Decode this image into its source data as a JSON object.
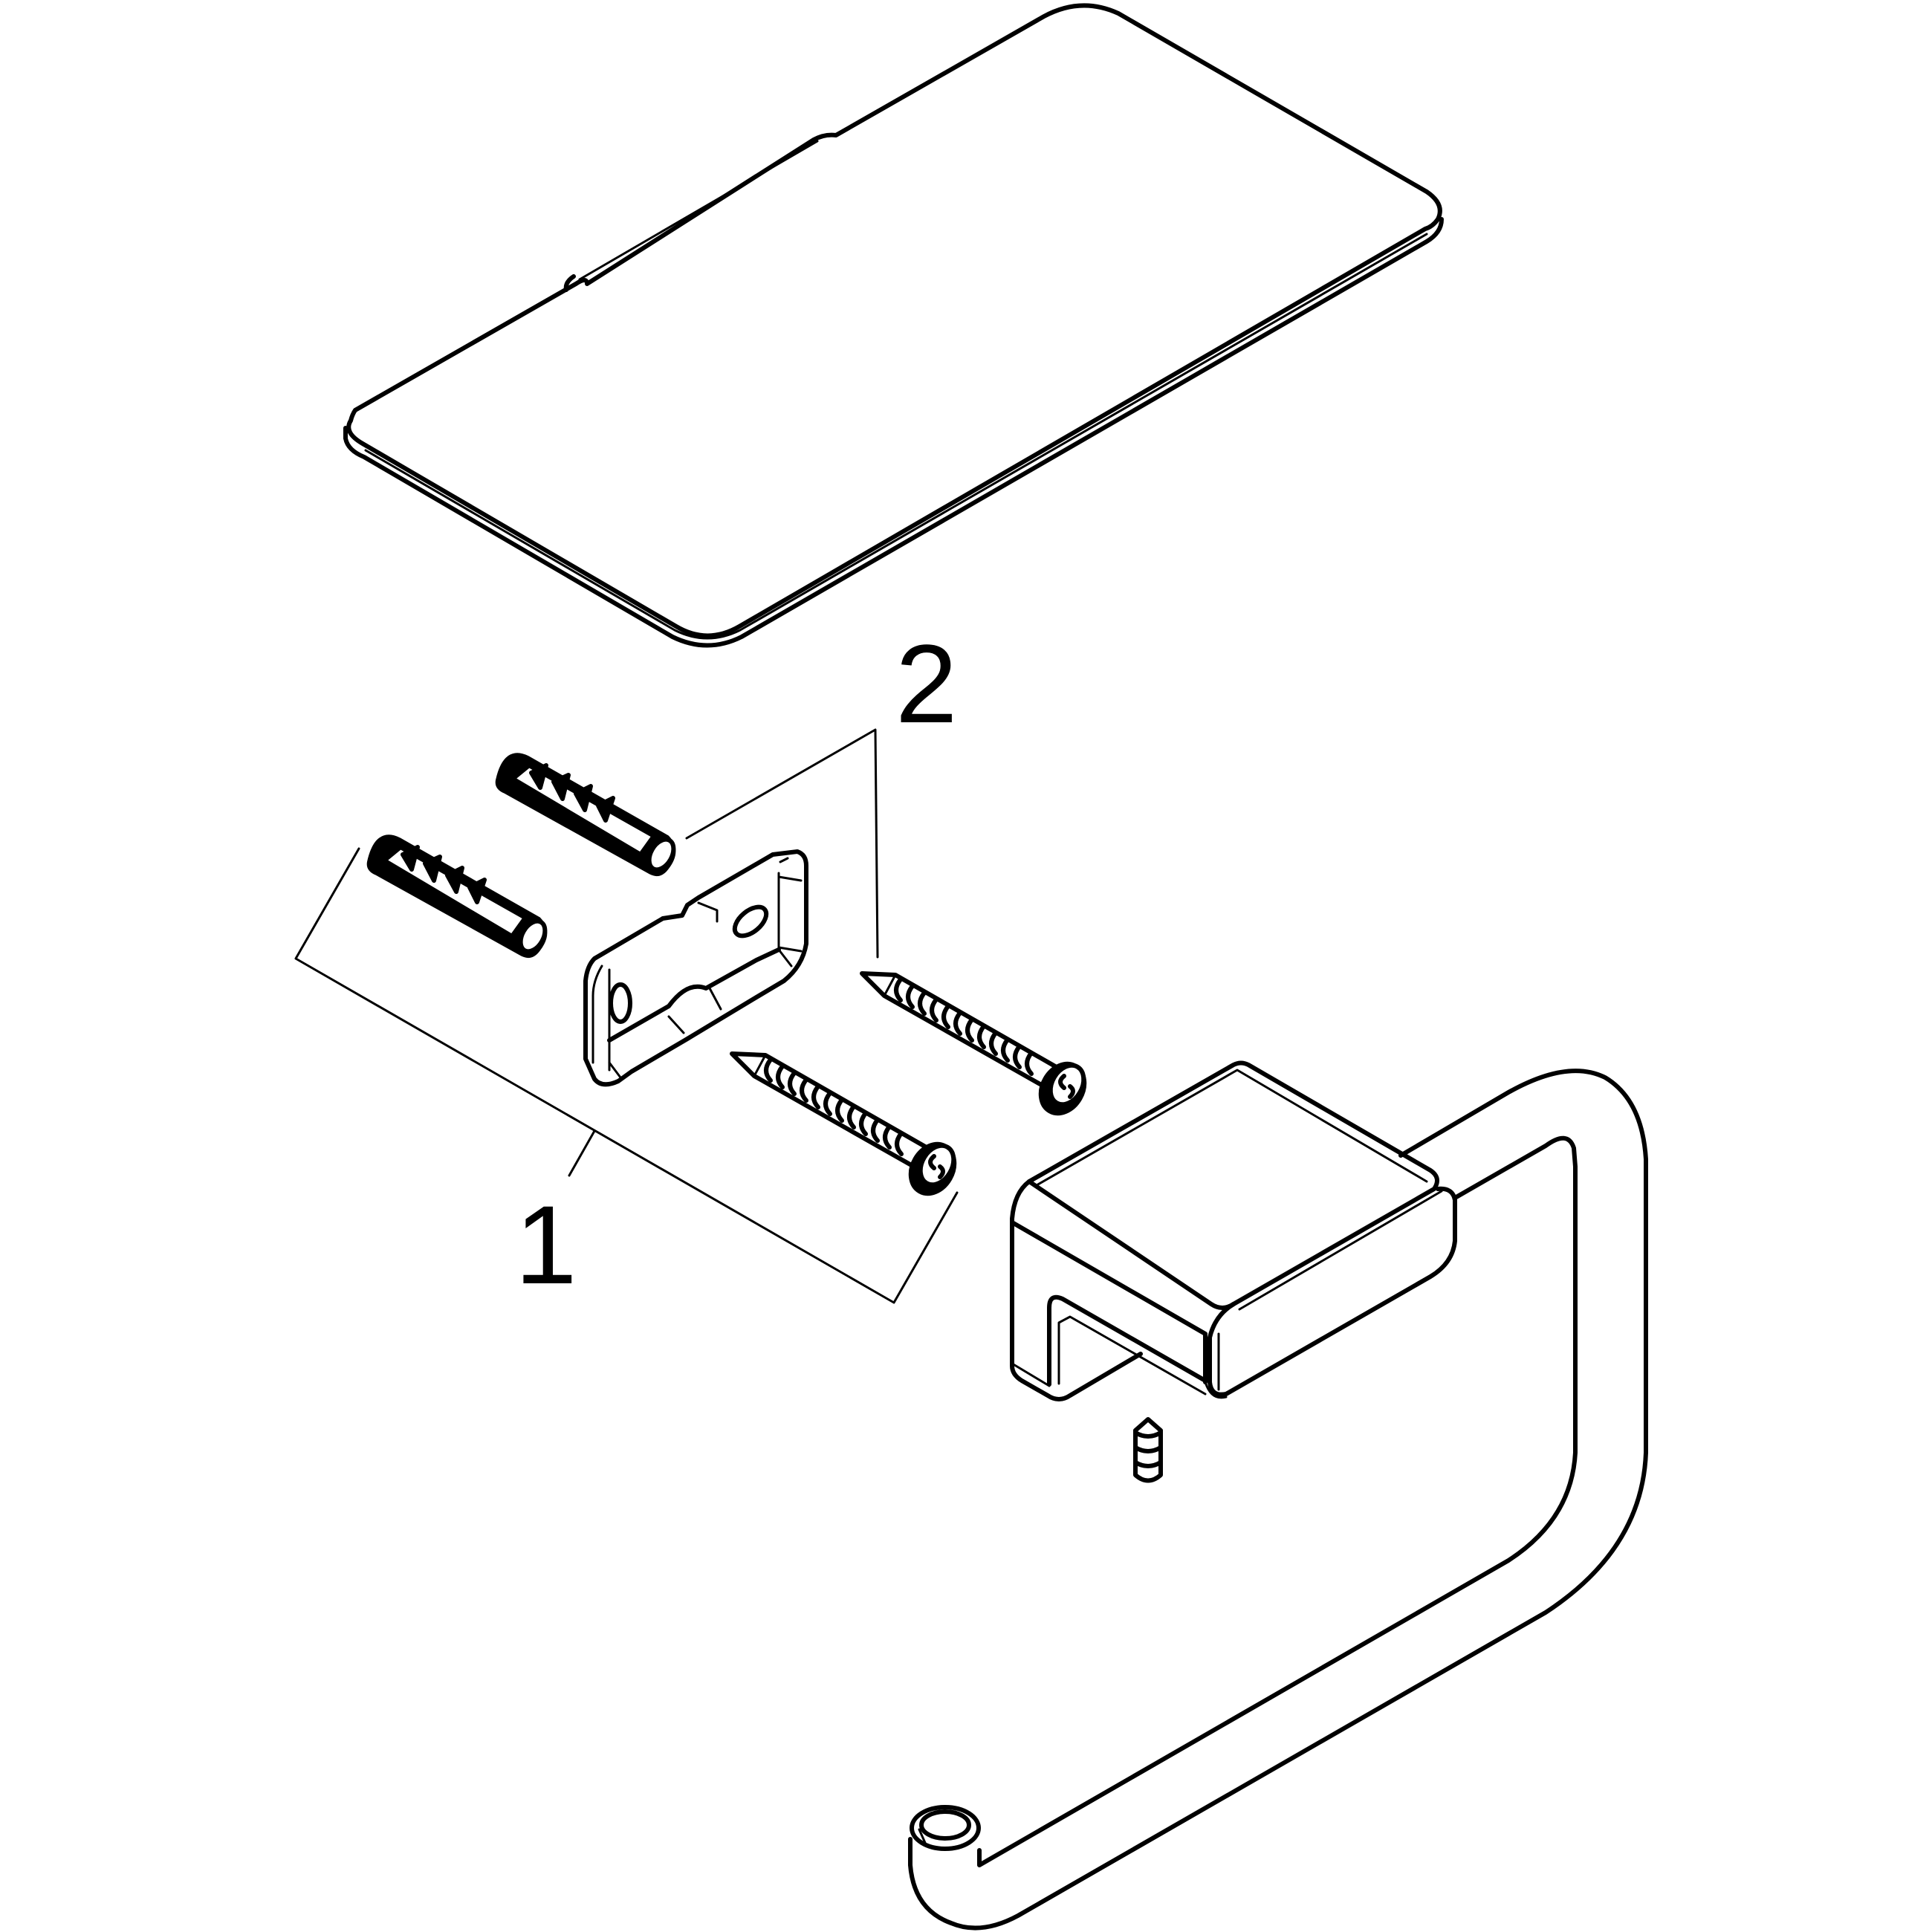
{
  "diagram": {
    "title": "Exploded assembly view – toilet roll holder with shelf",
    "stroke_color": "#000000",
    "background": "#ffffff",
    "parts": [
      {
        "id": "shelf",
        "name": "Shelf plate"
      },
      {
        "id": "wall-plug",
        "name": "Wall plug",
        "count": 2
      },
      {
        "id": "mounting-bracket",
        "name": "Mounting bracket"
      },
      {
        "id": "screw",
        "name": "Screw",
        "count": 2
      },
      {
        "id": "holder-body",
        "name": "Holder body with roll arm"
      },
      {
        "id": "set-screw",
        "name": "Grub / set screw"
      }
    ],
    "callouts": [
      {
        "number": "1",
        "refers_to": "wall plugs + screws group"
      },
      {
        "number": "2",
        "refers_to": "wall plug + screw"
      }
    ]
  },
  "labels": {
    "callout_1": "1",
    "callout_2": "2"
  }
}
